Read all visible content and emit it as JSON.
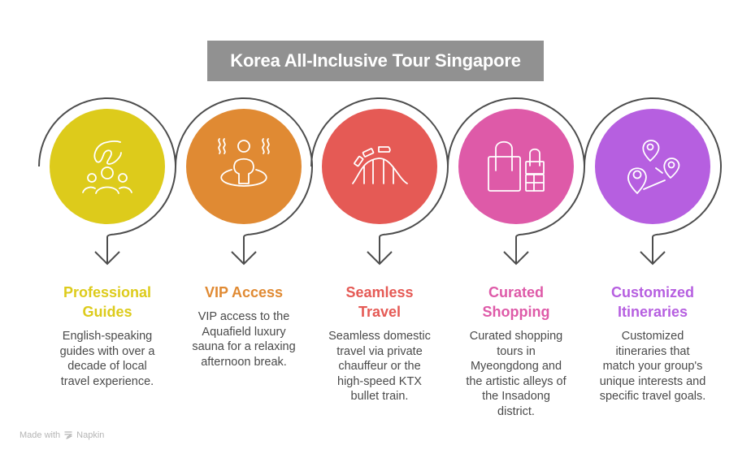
{
  "header": {
    "title": "Korea All-Inclusive Tour Singapore"
  },
  "colors": {
    "title_bg": "#919191",
    "ring": "#4d4d4d",
    "step_1": "#DDCB1B",
    "step_2": "#E08A33",
    "step_3": "#E55A55",
    "step_4": "#DE5AA8",
    "step_5": "#B65FE0"
  },
  "steps": [
    {
      "icon": "guide-group-icon",
      "title_line1": "Professional",
      "title_line2": "Guides",
      "desc_lines": [
        "English-speaking",
        "guides with over a",
        "decade of local",
        "travel experience."
      ]
    },
    {
      "icon": "sauna-icon",
      "title_line1": "VIP Access",
      "title_line2": "",
      "desc_lines": [
        "VIP access to the",
        "Aquafield luxury",
        "sauna for a relaxing",
        "afternoon break."
      ]
    },
    {
      "icon": "roller-coaster-icon",
      "title_line1": "Seamless",
      "title_line2": "Travel",
      "desc_lines": [
        "Seamless domestic",
        "travel via private",
        "chauffeur or the",
        "high-speed KTX",
        "bullet train."
      ]
    },
    {
      "icon": "shopping-bags-icon",
      "title_line1": "Curated",
      "title_line2": "Shopping",
      "desc_lines": [
        "Curated shopping",
        "tours in",
        "Myeongdong and",
        "the artistic alleys of",
        "the Insadong",
        "district."
      ]
    },
    {
      "icon": "map-pins-route-icon",
      "title_line1": "Customized",
      "title_line2": "Itineraries",
      "desc_lines": [
        "Customized",
        "itineraries that",
        "match your group's",
        "unique interests and",
        "specific travel goals."
      ]
    }
  ],
  "footer": {
    "made_with": "Made with",
    "brand": "Napkin"
  }
}
